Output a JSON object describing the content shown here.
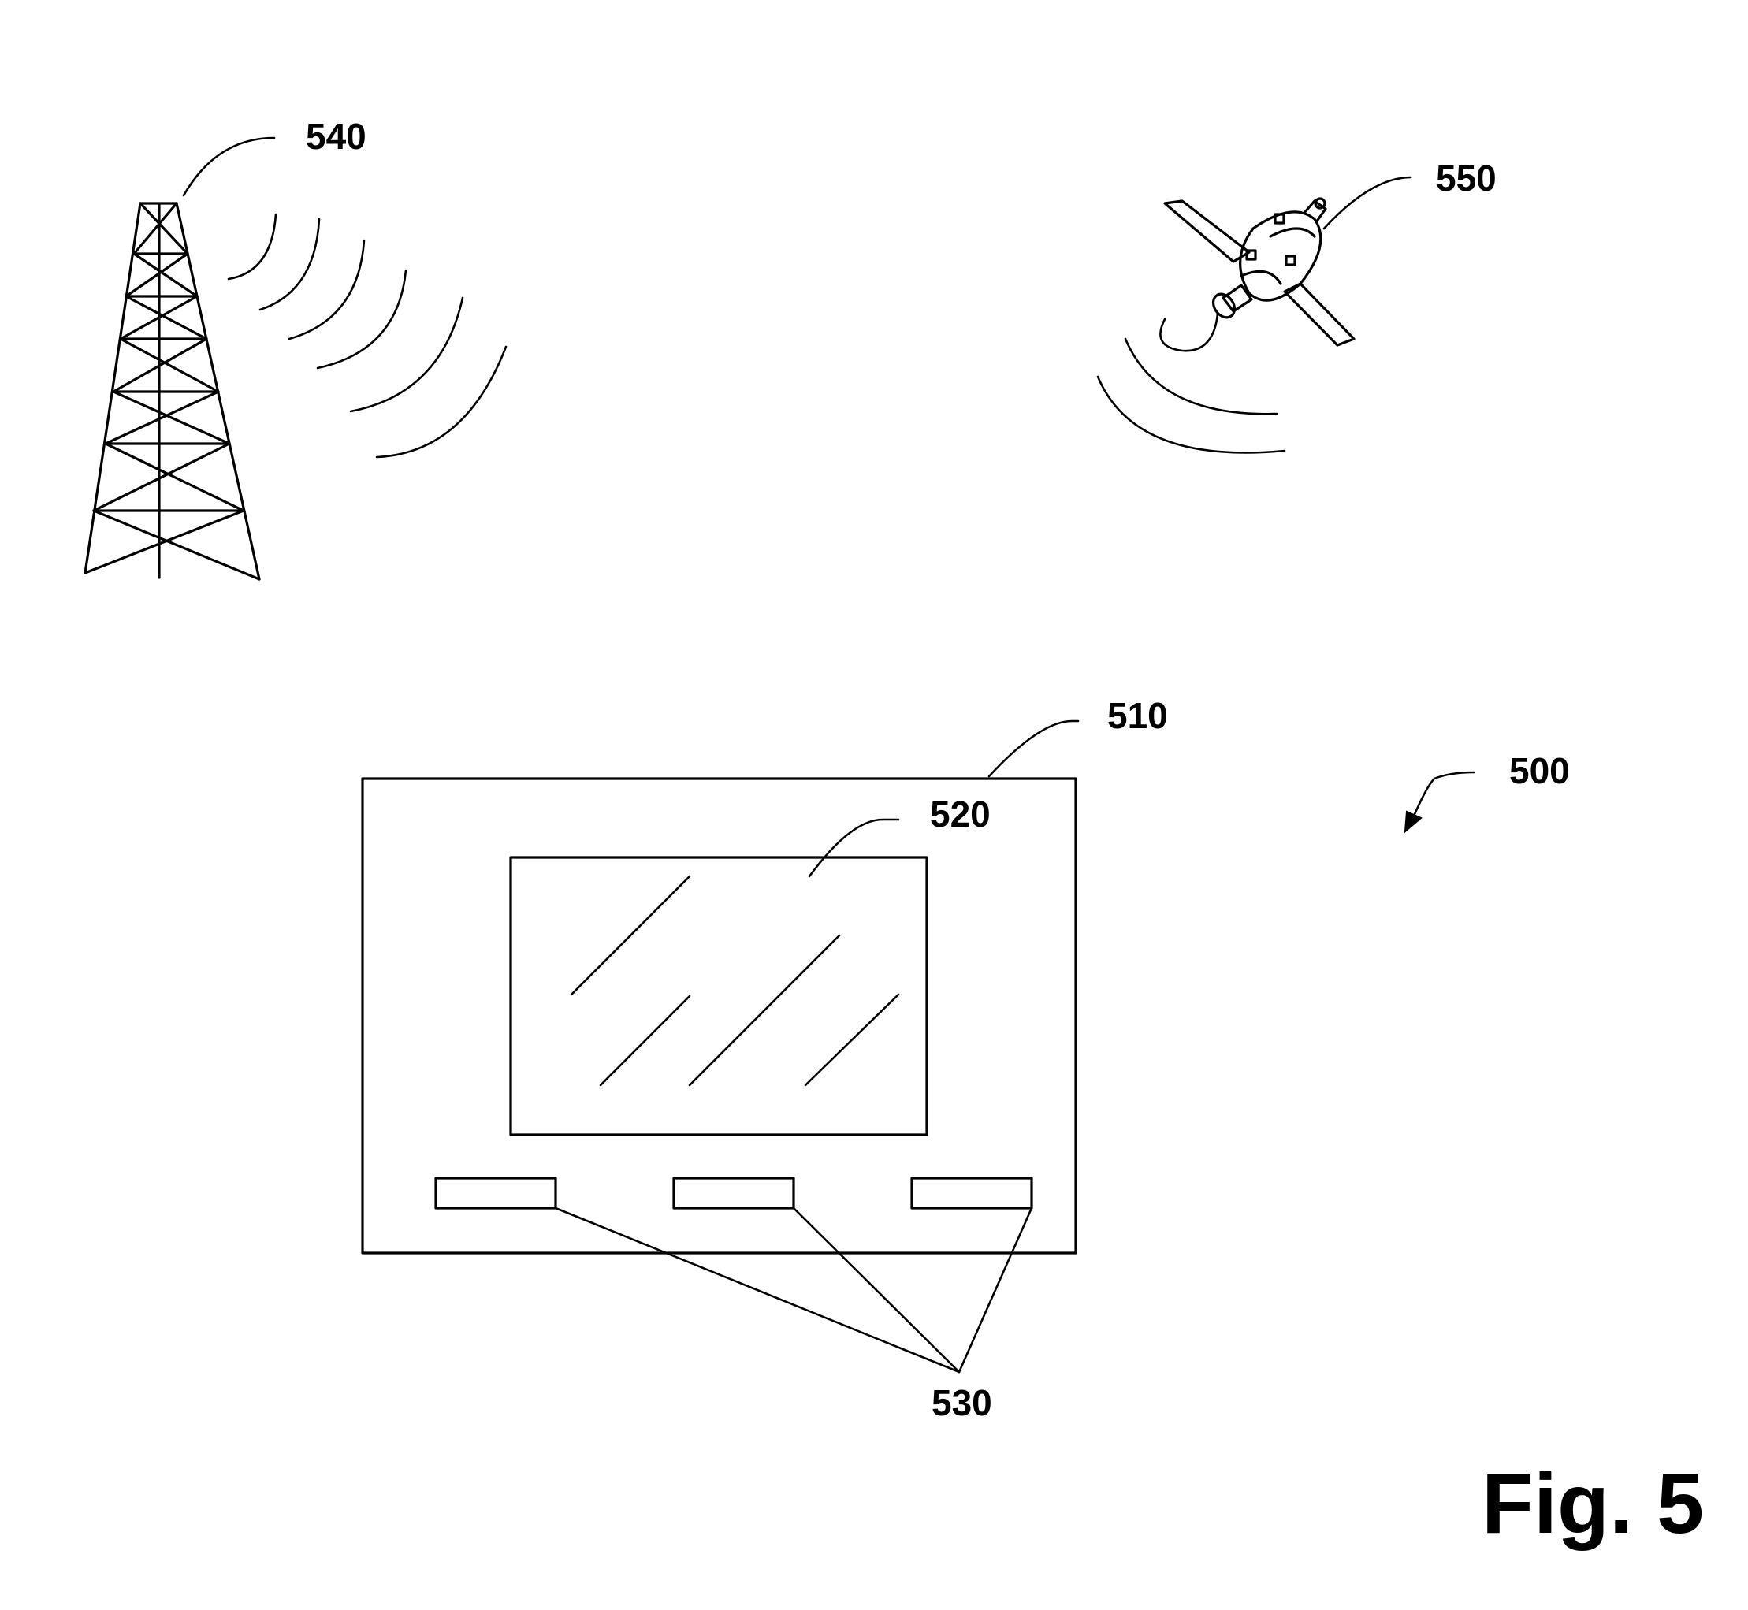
{
  "labels": {
    "system": "500",
    "device": "510",
    "display": "520",
    "buttons": "530",
    "tower": "540",
    "satellite": "550"
  },
  "figure_caption": "Fig. 5"
}
